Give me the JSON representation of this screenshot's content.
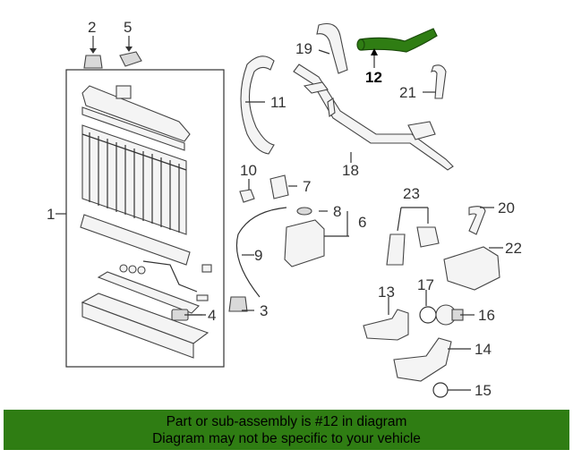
{
  "diagram": {
    "callouts": [
      "1",
      "2",
      "3",
      "4",
      "5",
      "6",
      "7",
      "8",
      "9",
      "10",
      "11",
      "12",
      "13",
      "14",
      "15",
      "16",
      "17",
      "18",
      "19",
      "20",
      "21",
      "22",
      "23"
    ],
    "highlighted": "12",
    "highlight_color": "#2f7d13"
  },
  "footer": {
    "line1": "Part or sub-assembly is #12 in diagram",
    "line2": "Diagram may not be specific to your vehicle",
    "background": "#2f7d13"
  }
}
